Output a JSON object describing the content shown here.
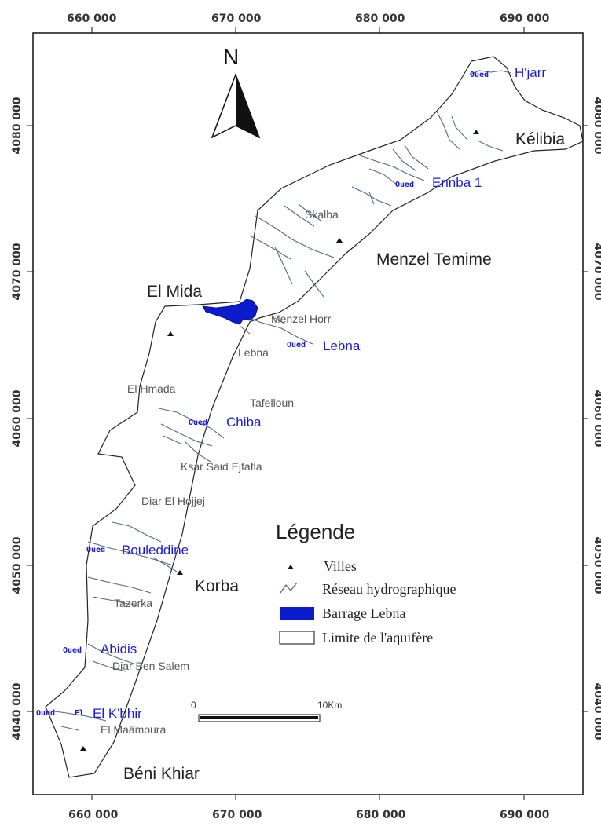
{
  "axes": {
    "x_ticks_top": [
      "660 000",
      "670 000",
      "680 000",
      "690 000"
    ],
    "x_ticks_bottom": [
      "660 000",
      "670 000",
      "680 000",
      "690 000"
    ],
    "y_ticks_left": [
      "4080 000",
      "4070 000",
      "4060 000",
      "4050 000",
      "4040 000"
    ],
    "y_ticks_right": [
      "4080 000",
      "4070 000",
      "4060 000",
      "4050 000",
      "4040 000"
    ]
  },
  "north": "N",
  "towns": {
    "kelibia": "Kélibia",
    "menzel_temime": "Menzel Temime",
    "el_mida": "El Mida",
    "korba": "Korba",
    "beni_khiar": "Béni Khiar",
    "skalba": "Skalba",
    "menzel_horr": "Menzel Horr",
    "lebna": "Lebna",
    "el_hmada": "El Hmada",
    "tafelloun": "Tafelloun",
    "ksar_said": "Ksar Said Ejfafla",
    "diar_el_hojjej": "Diar El Hojjej",
    "tazerka": "Tazerka",
    "diar_ben_salem": "Diar Ben Salem",
    "el_maamoura": "El Maâmoura"
  },
  "oueds": {
    "prefix": "Oued",
    "hjarr": "H'jarr",
    "ennba": "Ennba 1",
    "lebna": "Lebna",
    "chiba": "Chiba",
    "bouleddine": "Bouleddine",
    "abidis": "Abidis",
    "el_prefix": "El",
    "kbhir": "El K'bhir"
  },
  "legend": {
    "title": "Légende",
    "villes": "Villes",
    "reseau": "Réseau hydrographique",
    "barrage": "Barrage Lebna",
    "limite": "Limite de l'aquifère"
  },
  "scale": {
    "start": "0",
    "end": "10Km"
  },
  "colors": {
    "dam": "#0a1ccc",
    "oued_label": "#1a1ad6",
    "river": "#4a6a88"
  }
}
